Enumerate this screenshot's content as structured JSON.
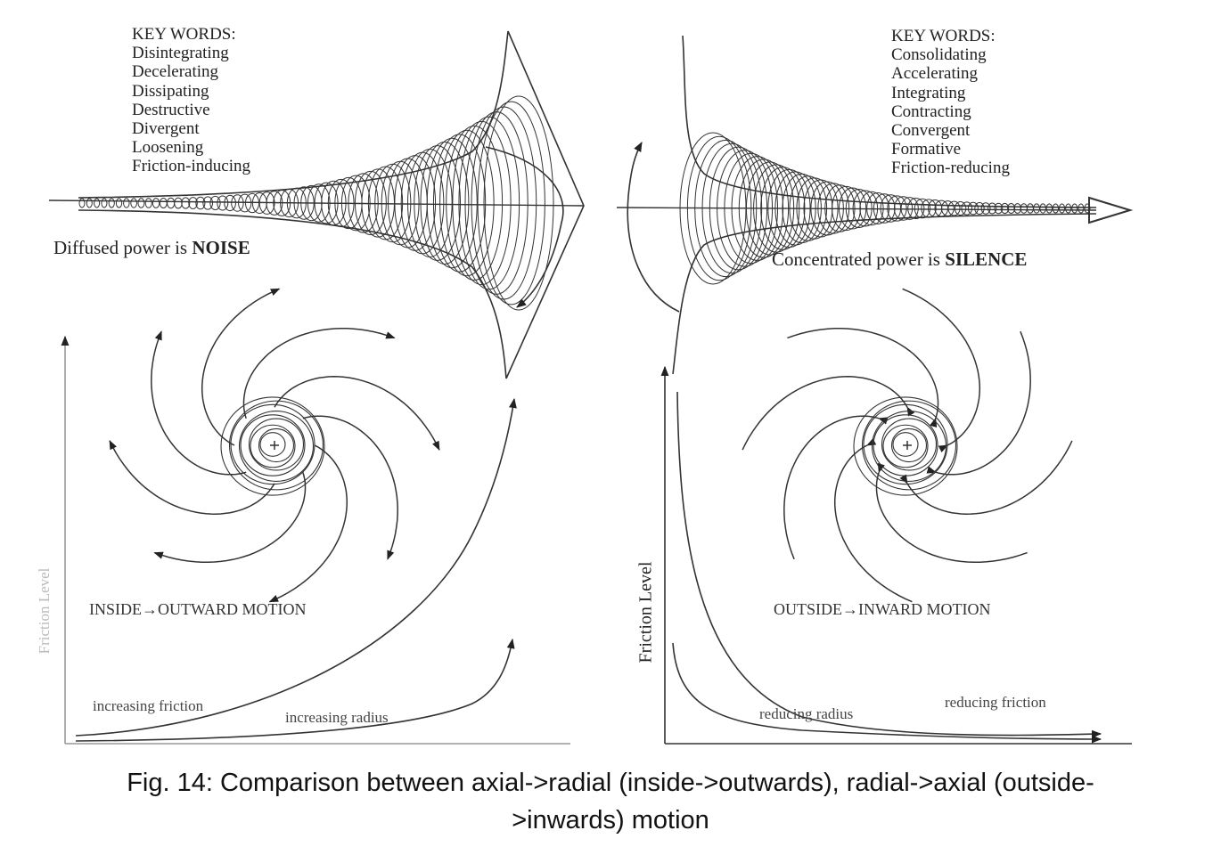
{
  "left": {
    "keywords_title": "KEY WORDS:",
    "keywords": [
      "Disintegrating",
      "Decelerating",
      "Dissipating",
      "Destructive",
      "Divergent",
      "Loosening",
      "Friction-inducing"
    ],
    "caption_prefix": "Diffused power is ",
    "caption_bold": "NOISE",
    "motion_label": "INSIDE→OUTWARD MOTION",
    "axis_label": "Friction Level",
    "curve_label_1": "increasing friction",
    "curve_label_2": "increasing radius"
  },
  "right": {
    "keywords_title": "KEY WORDS:",
    "keywords": [
      "Consolidating",
      "Accelerating",
      "Integrating",
      "Contracting",
      "Convergent",
      "Formative",
      "Friction-reducing"
    ],
    "caption_prefix": "Concentrated power is ",
    "caption_bold": "SILENCE",
    "motion_label": "OUTSIDE→INWARD MOTION",
    "axis_label": "Friction Level",
    "curve_label_1": "reducing radius",
    "curve_label_2": "reducing friction"
  },
  "figure_caption": "Fig. 14: Comparison between axial->radial (inside->outwards), radial->axial (outside->inwards) motion",
  "colors": {
    "ink": "#222222",
    "faint": "#bbbbbb"
  }
}
